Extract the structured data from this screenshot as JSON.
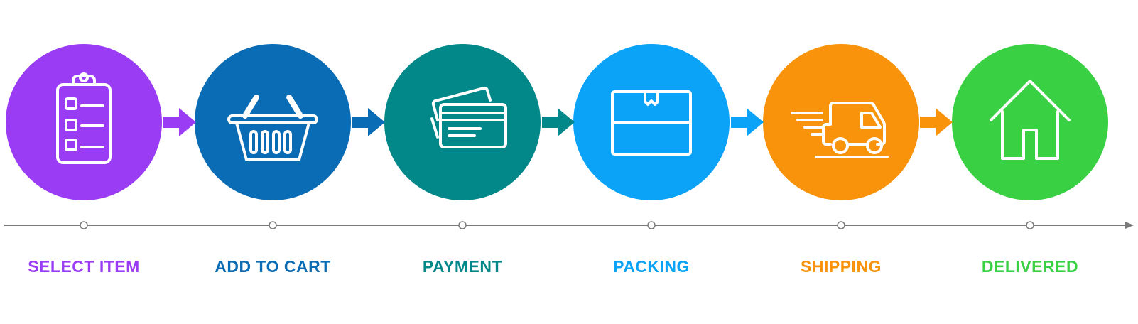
{
  "steps": [
    {
      "label": "SELECT ITEM",
      "color": "#9b3cf5",
      "icon": "clipboard-checklist-icon"
    },
    {
      "label": "ADD TO CART",
      "color": "#0a6cb5",
      "icon": "shopping-basket-icon"
    },
    {
      "label": "PAYMENT",
      "color": "#03888a",
      "icon": "credit-cards-icon"
    },
    {
      "label": "PACKING",
      "color": "#0aa3f7",
      "icon": "package-box-icon"
    },
    {
      "label": "SHIPPING",
      "color": "#f8930b",
      "icon": "delivery-van-icon"
    },
    {
      "label": "DELIVERED",
      "color": "#3ad043",
      "icon": "house-icon"
    }
  ],
  "colors": {
    "timeline": "#7a7a7a"
  }
}
